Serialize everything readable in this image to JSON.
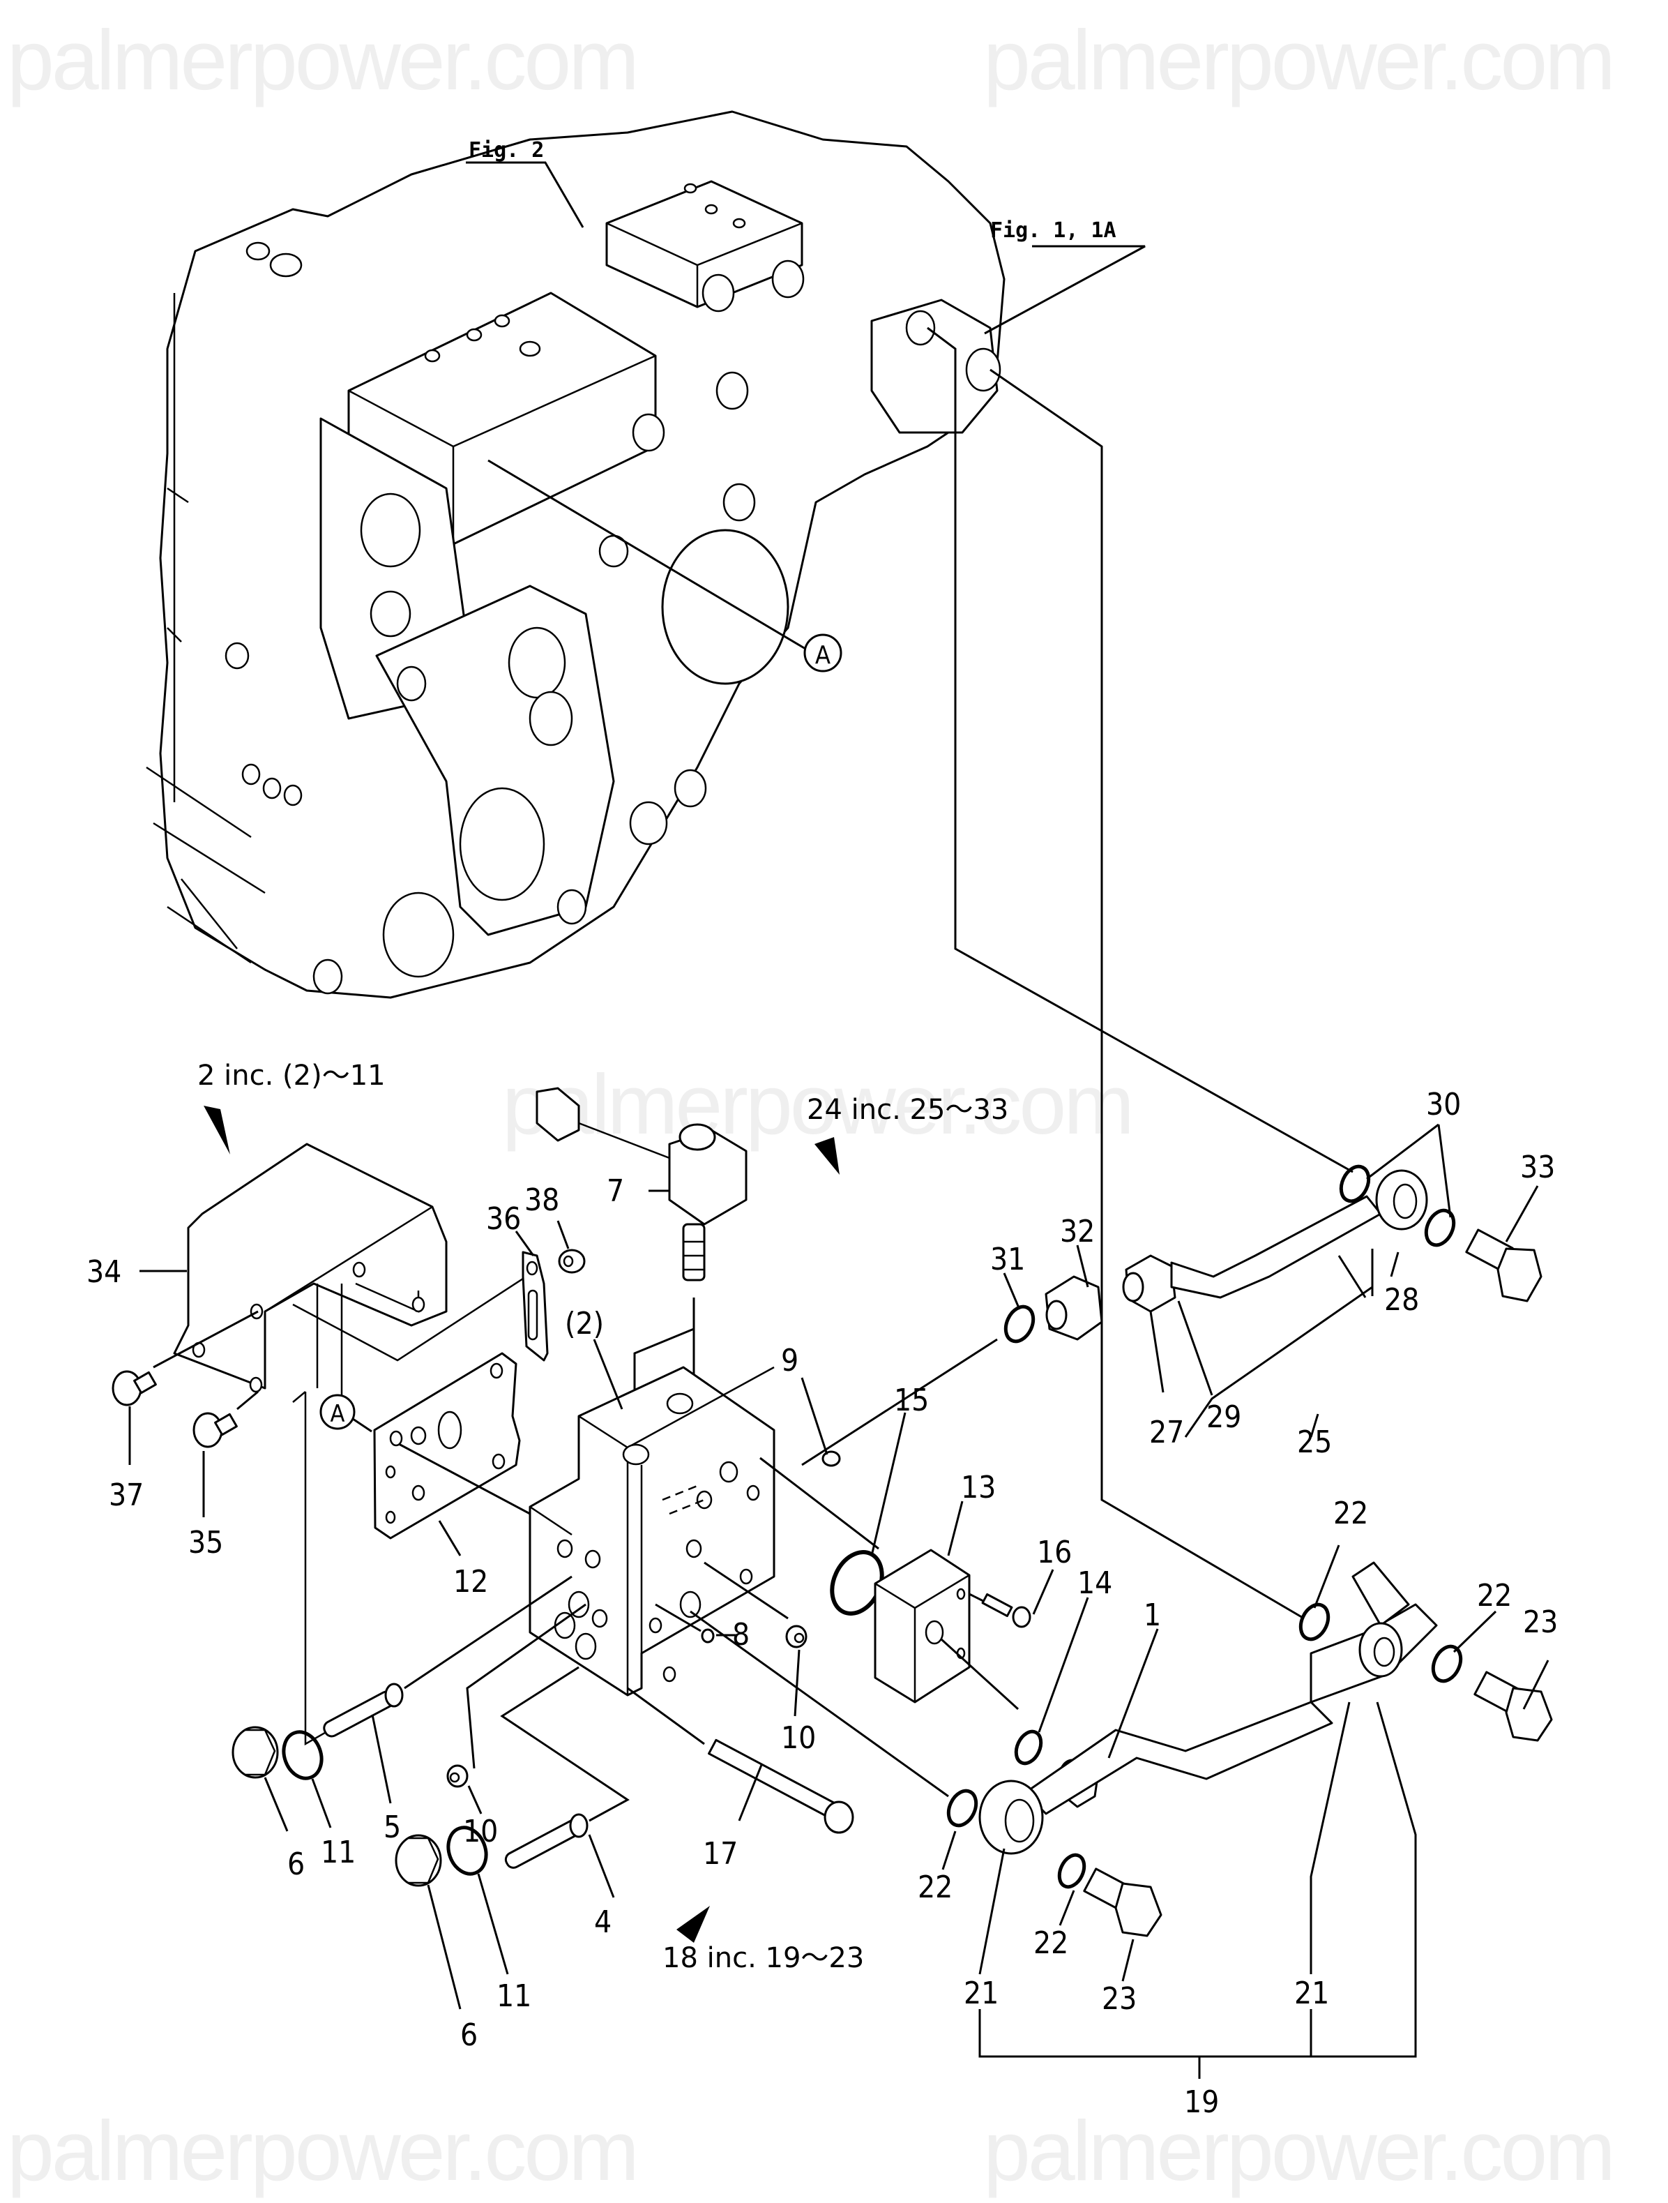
{
  "watermark": {
    "text": "palmerpower.com",
    "center_text": "palmerpower.com"
  },
  "figure_refs": [
    {
      "id": "fig2",
      "label": "Fig. 2"
    },
    {
      "id": "fig1_1a",
      "label": "Fig. 1, 1A"
    }
  ],
  "detail_markers": [
    {
      "id": "A_engine",
      "label": "A"
    },
    {
      "id": "A_gasket",
      "label": "A"
    }
  ],
  "assemblies": [
    {
      "id": "asm2",
      "label": "2 inc. (2)～11"
    },
    {
      "id": "asm24",
      "label": "24 inc. 25～33"
    },
    {
      "id": "asm18",
      "label": "18 inc. 19～23"
    }
  ],
  "callouts": {
    "p1": "1",
    "p2": "(2)",
    "p4": "4",
    "p5": "5",
    "p6a": "6",
    "p6b": "6",
    "p7": "7",
    "p8": "8",
    "p9": "9",
    "p10a": "10",
    "p10b": "10",
    "p11a": "11",
    "p11b": "11",
    "p12": "12",
    "p13": "13",
    "p14": "14",
    "p15": "15",
    "p16": "16",
    "p17": "17",
    "p19": "19",
    "p21a": "21",
    "p21b": "21",
    "p22a": "22",
    "p22b": "22",
    "p22c": "22",
    "p22d": "22",
    "p23a": "23",
    "p23b": "23",
    "p25": "25",
    "p27": "27",
    "p28": "28",
    "p29": "29",
    "p30": "30",
    "p31": "31",
    "p32": "32",
    "p33": "33",
    "p34": "34",
    "p35": "35",
    "p36": "36",
    "p37": "37",
    "p38": "38"
  },
  "parts_list": [
    "1",
    "(2)",
    "4",
    "5",
    "6",
    "7",
    "8",
    "9",
    "10",
    "11",
    "12",
    "13",
    "14",
    "15",
    "16",
    "17",
    "19",
    "21",
    "22",
    "23",
    "25",
    "27",
    "28",
    "29",
    "30",
    "31",
    "32",
    "33",
    "34",
    "35",
    "36",
    "37",
    "38"
  ]
}
